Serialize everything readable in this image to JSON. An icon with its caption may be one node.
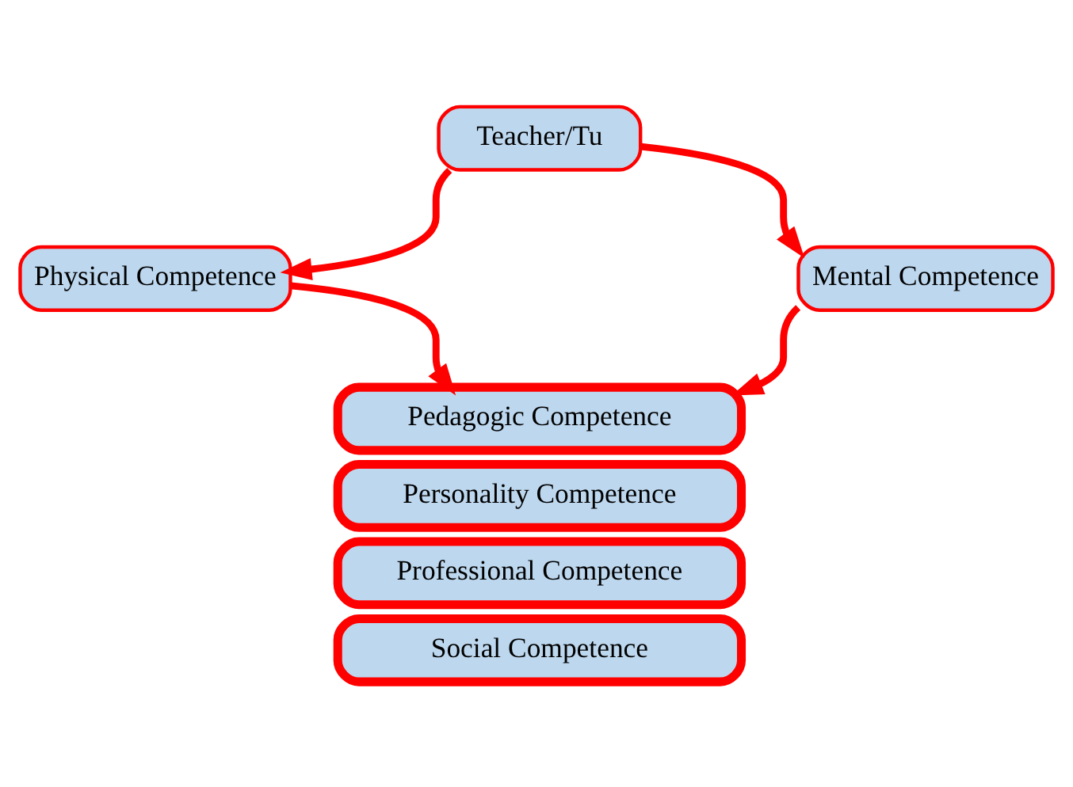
{
  "diagram": {
    "nodes": [
      {
        "text": [
          "Teacher/Tu"
        ]
      },
      {
        "text": [
          "Physical Competence"
        ]
      },
      {
        "text": [
          "Mental Competence"
        ]
      },
      {
        "text": [
          "Pedagogic Competence"
        ]
      },
      {
        "text": [
          "Personality Competence"
        ]
      },
      {
        "text": [
          "Professional Competence"
        ]
      },
      {
        "text": [
          "Social Competence"
        ]
      }
    ],
    "edges": [
      {
        "from": 0,
        "to": 1,
        "arrow": "to"
      },
      {
        "from": 0,
        "to": 2,
        "arrow": "to"
      },
      {
        "from": 1,
        "to": 3,
        "arrow": "to"
      },
      {
        "from": 2,
        "to": 3,
        "arrow": "to"
      }
    ]
  }
}
